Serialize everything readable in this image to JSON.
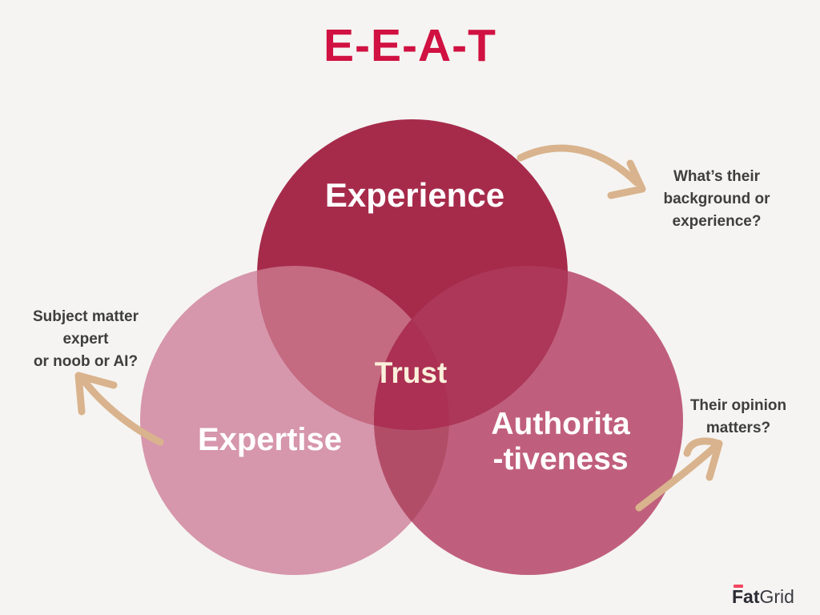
{
  "title": {
    "text": "E-E-A-T",
    "color": "#D01141"
  },
  "background_color": "#F5F4F2",
  "diagram": {
    "type": "venn-3",
    "circles": [
      {
        "id": "experience",
        "label": "Experience",
        "color": "#A62B4B",
        "text_color": "#FFFFFF"
      },
      {
        "id": "expertise",
        "label": "Expertise",
        "color": "#D696AC",
        "text_color": "#FFFFFF"
      },
      {
        "id": "authoritativeness",
        "label_lines": [
          "Authorita",
          "-tiveness"
        ],
        "color": "#C05F7D",
        "text_color": "#FFFFFF"
      }
    ],
    "center_label": {
      "text": "Trust",
      "color": "#FBF0DB"
    },
    "overlaps": {
      "experience_expertise": "#C46A81",
      "experience_authoritativeness": "#AC3758",
      "expertise_authoritativeness": "#B24D68",
      "center": "#AB3053"
    }
  },
  "annotations": [
    {
      "id": "experience-note",
      "lines": [
        "What’s their",
        "background or",
        "experience?"
      ]
    },
    {
      "id": "expertise-note",
      "lines": [
        "Subject matter",
        "expert",
        "or noob or AI?"
      ]
    },
    {
      "id": "authoritativeness-note",
      "lines": [
        "Their opinion",
        "matters?"
      ]
    }
  ],
  "arrow_color": "#D9B38D",
  "annotation_text_color": "#3E3E3E",
  "logo": {
    "part1": "Fat",
    "part2": "Grid",
    "accent_color": "#F4455E",
    "text_color": "#2B2B33"
  }
}
